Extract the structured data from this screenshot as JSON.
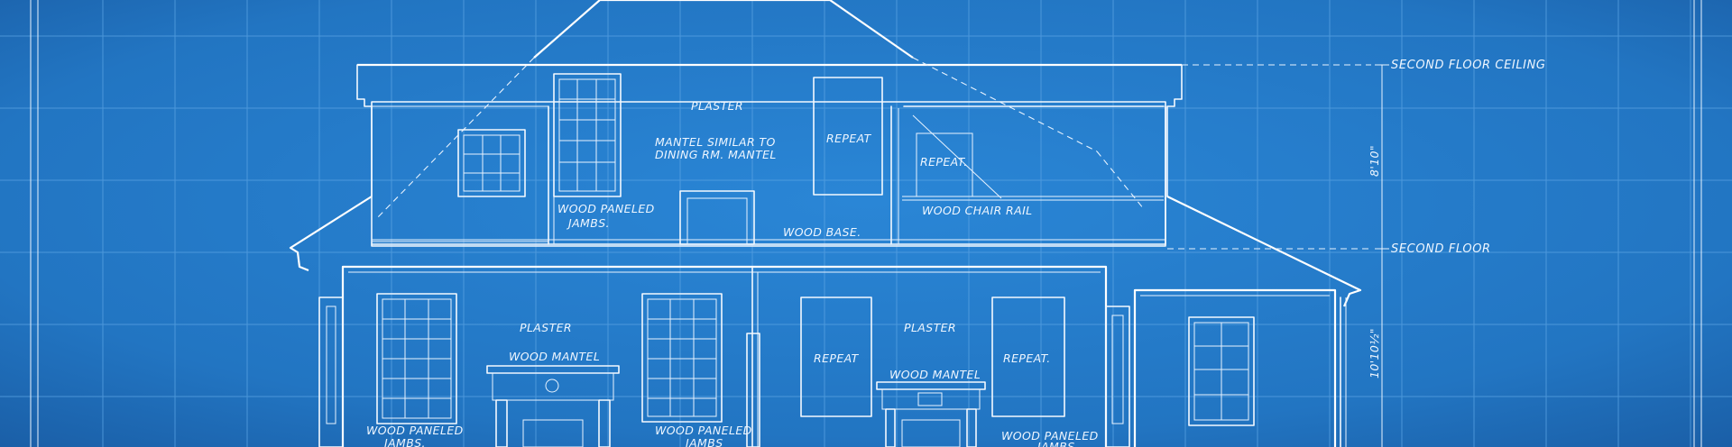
{
  "labels": {
    "second_floor_ceiling": "SECOND FLOOR CEILING",
    "second_floor": "SECOND FLOOR",
    "dim_upper": "8'10\"",
    "dim_lower": "10'10½\"",
    "plaster_upper": "PLASTER",
    "mantel_line1": "MANTEL SIMILAR TO",
    "mantel_line2": "DINING RM. MANTEL",
    "repeat_upper_1": "REPEAT",
    "repeat_upper_2": "REPEAT.",
    "wood_paneled_upper_1": "WOOD PANELED",
    "wood_paneled_upper_2": "JAMBS.",
    "wood_base": "WOOD BASE.",
    "wood_chair_rail": "WOOD CHAIR RAIL",
    "plaster_lower_left": "PLASTER",
    "wood_mantel_left": "WOOD MANTEL",
    "repeat_lower_1": "REPEAT",
    "plaster_lower_right": "PLASTER",
    "wood_mantel_right": "WOOD MANTEL",
    "repeat_lower_2": "REPEAT.",
    "wood_paneled_lower_left_1": "WOOD PANELED",
    "wood_paneled_lower_left_2": "JAMBS.",
    "wood_paneled_lower_mid_1": "WOOD PANELED",
    "wood_paneled_lower_mid_2": "JAMBS",
    "wood_paneled_lower_right_1": "WOOD PANELED",
    "wood_paneled_lower_right_2": "JAMBS"
  },
  "colors": {
    "background": "#2479c6",
    "line": "#f4f9ff",
    "grid": "#5aa3e3"
  }
}
